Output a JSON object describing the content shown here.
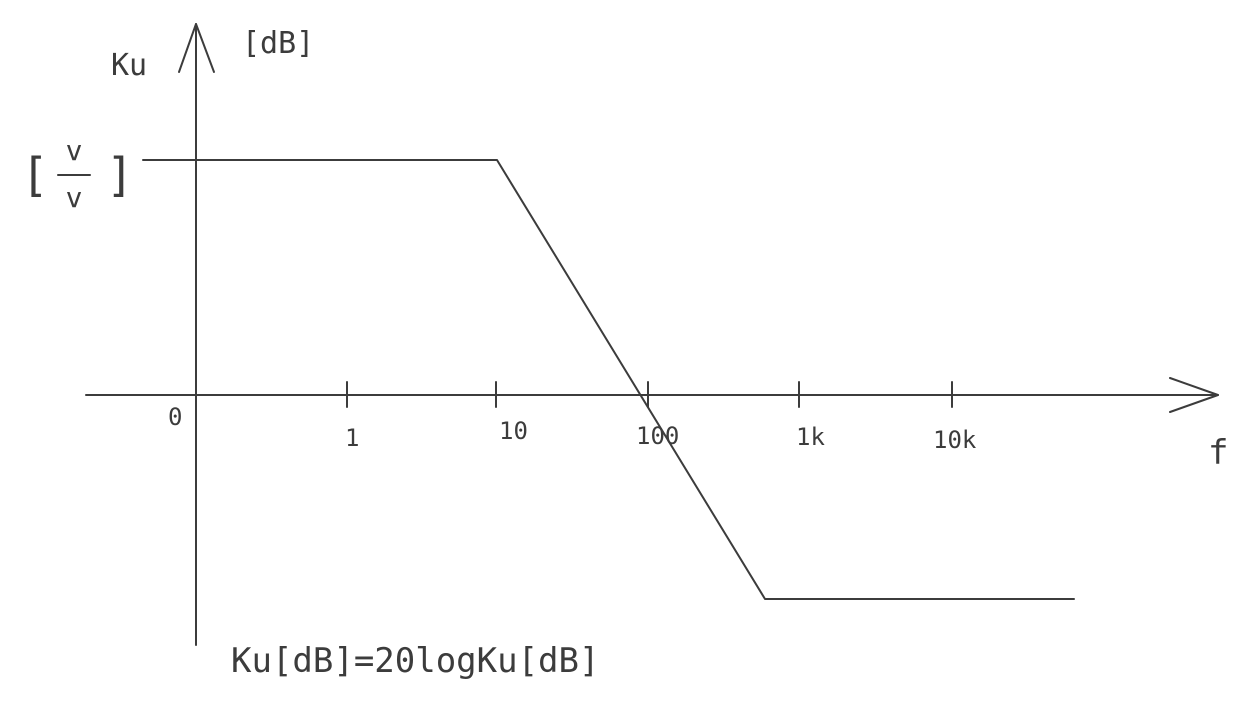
{
  "diagram": {
    "y_axis": {
      "label": "Ku",
      "unit_db": "[dB]",
      "unit_vv_open": "[",
      "unit_vv_numerator": "v",
      "unit_vv_denominator": "v",
      "unit_vv_close": "]"
    },
    "x_axis": {
      "label": "f",
      "origin_label": "0",
      "ticks": [
        "1",
        "10",
        "100",
        "1k",
        "10k"
      ]
    },
    "formula": "Ku[dB]=20logKu[dB]"
  }
}
